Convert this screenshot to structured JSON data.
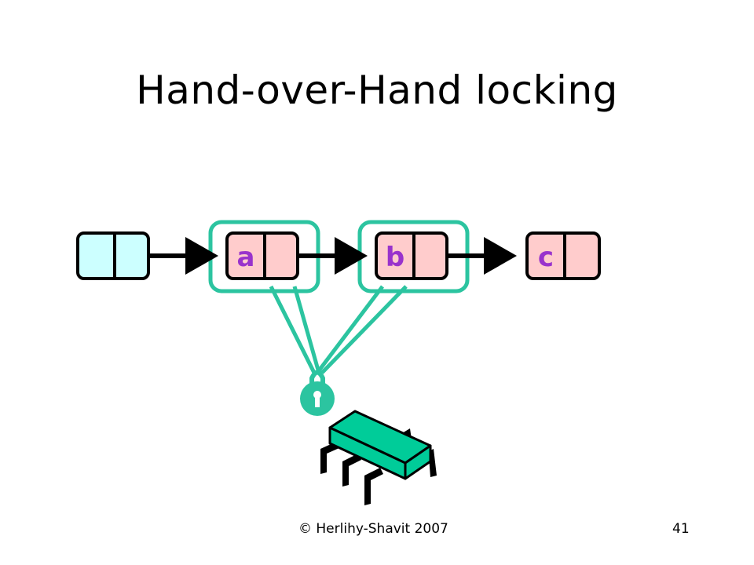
{
  "title": "Hand-over-Hand locking",
  "footer": {
    "copyright": "© Herlihy-Shavit 2007",
    "page_number": "41"
  },
  "nodes": [
    {
      "label": "",
      "fill": "#ccffff"
    },
    {
      "label": "a",
      "fill": "#ffcccc"
    },
    {
      "label": "b",
      "fill": "#ffcccc"
    },
    {
      "label": "c",
      "fill": "#ffcccc"
    }
  ],
  "colors": {
    "label": "#9933cc",
    "lock": "#2cc4a0",
    "chip": "#00cc99",
    "outline": "#000000"
  },
  "icons": [
    "padlock-icon",
    "thread-chip-icon"
  ]
}
